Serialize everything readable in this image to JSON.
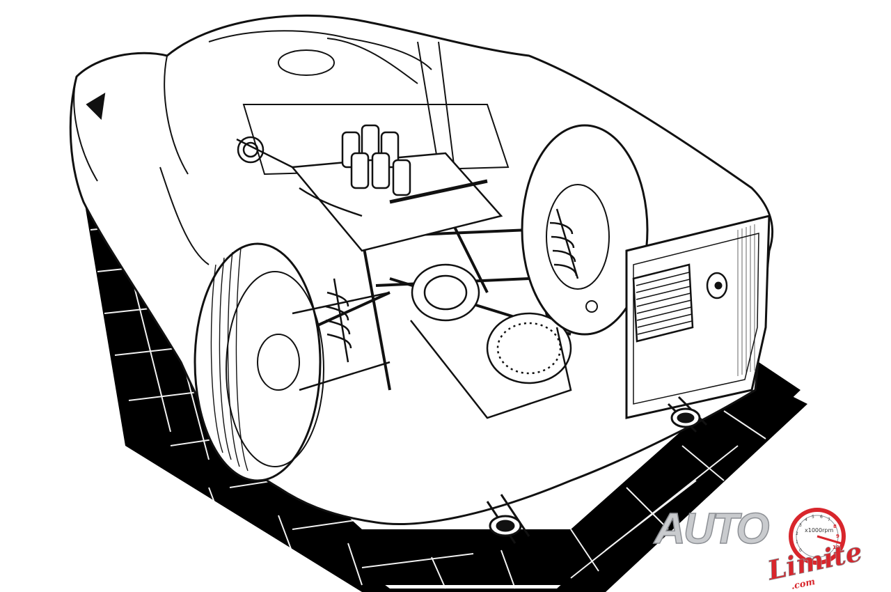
{
  "figure": {
    "subject": "cutaway-sports-car-drawing",
    "style": "black ink line art",
    "colors": {
      "ink": "#111111",
      "paper": "#ffffff",
      "floor_shadow": "#000000"
    }
  },
  "logo": {
    "brand_main": "AUTO",
    "brand_script": "Limite",
    "brand_domain": ".com",
    "dial_unit": "x1000rpm",
    "dial_ticks": [
      "0",
      "1",
      "2",
      "3",
      "4",
      "5",
      "6",
      "7",
      "8",
      "9",
      "10"
    ],
    "colors": {
      "red": "#d8262c",
      "silver": "#c9cbce",
      "silver_dark": "#8d9095"
    }
  }
}
